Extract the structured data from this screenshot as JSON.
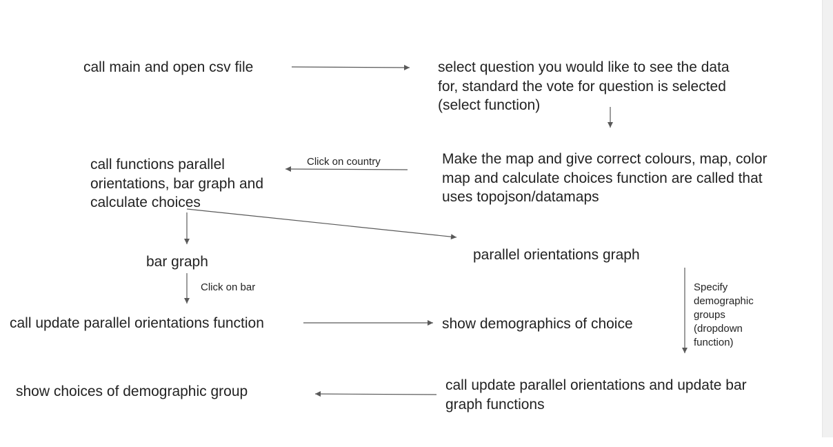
{
  "nodes": {
    "main": "call main and open csv file",
    "select": "select question you would like to see the data\nfor, standard the vote for question is selected\n(select function)",
    "map": "Make the map and give correct colours, map, color\nmap and calculate choices function are called that\nuses topojson/datamaps",
    "functions": "call functions parallel\norientations, bar graph and\ncalculate choices",
    "bar_graph": "bar graph",
    "parallel_graph": "parallel orientations graph",
    "update_parallel": "call update parallel orientations function",
    "show_demographics": "show demographics of choice",
    "update_both": "call update parallel orientations and update bar\ngraph functions",
    "show_choices": "show choices of demographic group"
  },
  "edge_labels": {
    "click_country": "Click on country",
    "click_bar": "Click on bar",
    "specify_groups": "Specify\ndemographic\ngroups\n(dropdown\nfunction)"
  },
  "colors": {
    "text": "#222222",
    "arrow": "#595959",
    "scrollbar": "#f1f1f1"
  }
}
